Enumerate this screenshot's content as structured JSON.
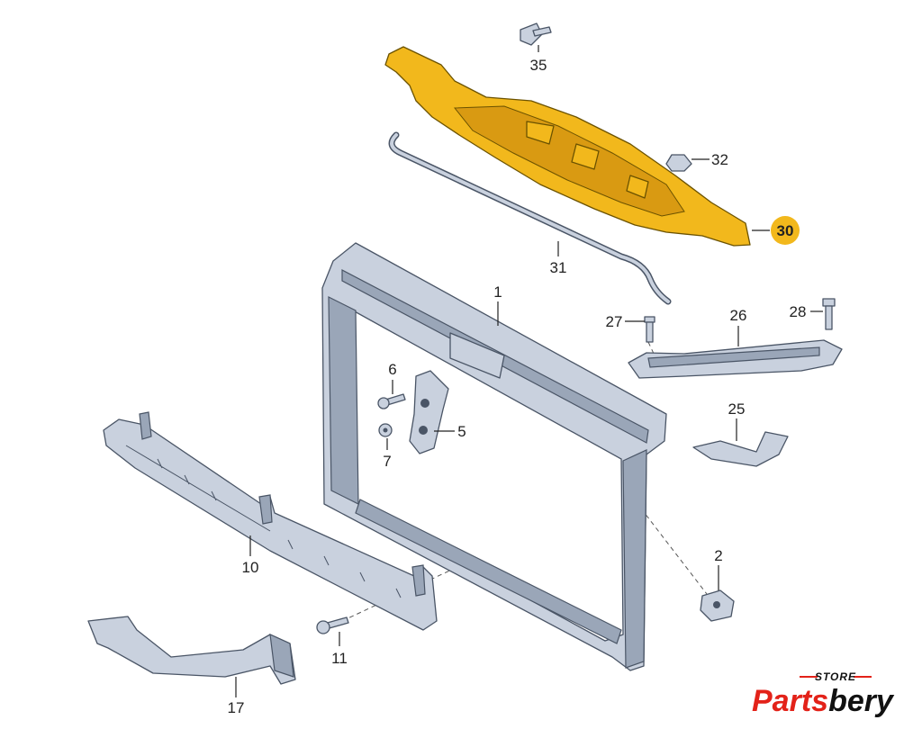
{
  "callouts": {
    "c1": "1",
    "c2": "2",
    "c5": "5",
    "c6": "6",
    "c7": "7",
    "c10": "10",
    "c11": "11",
    "c17": "17",
    "c25": "25",
    "c26": "26",
    "c27": "27",
    "c28": "28",
    "c30": "30",
    "c31": "31",
    "c32": "32",
    "c35": "35"
  },
  "highlighted_callout": "30",
  "colors": {
    "highlight": "#f2b81c",
    "part": "#c9d1de",
    "brand_red": "#e32219",
    "brand_dark": "#111111"
  },
  "brand": {
    "store": "STORE",
    "name_first": "Parts",
    "name_second": "bery"
  }
}
